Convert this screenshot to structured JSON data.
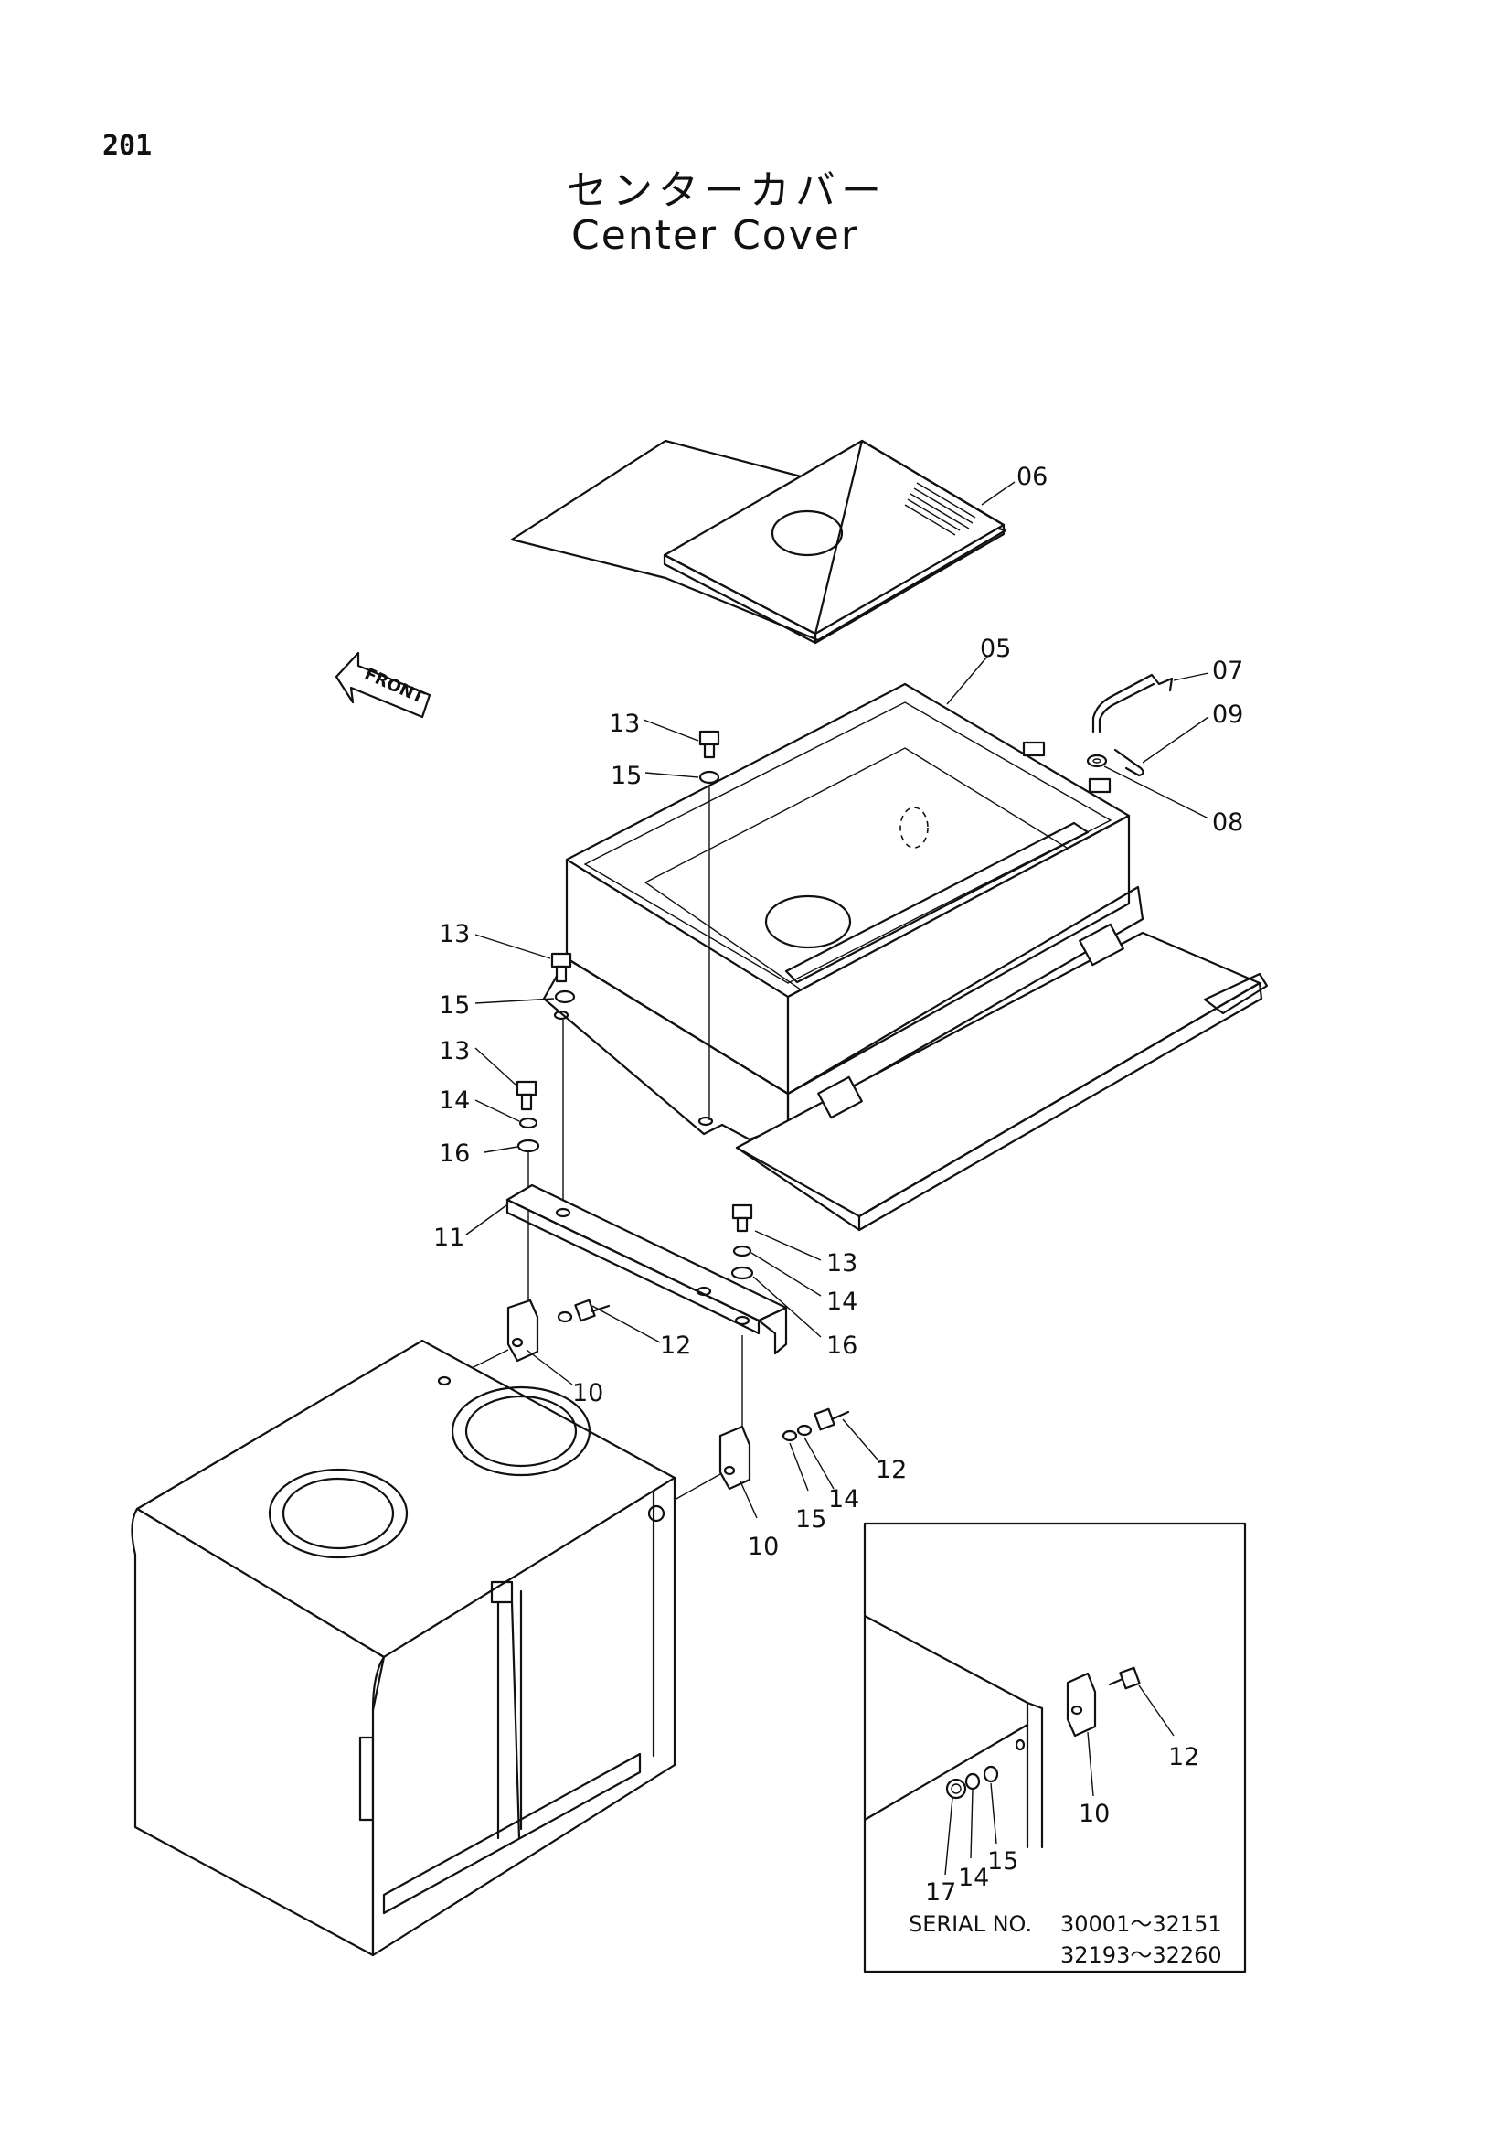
{
  "page_number": "201",
  "title": {
    "japanese": "センターカバー",
    "english": "Center Cover"
  },
  "direction_marker": "FRONT",
  "callouts": {
    "c06": "06",
    "c05": "05",
    "c07": "07",
    "c09": "09",
    "c08": "08",
    "c13a": "13",
    "c15a": "15",
    "c13b": "13",
    "c15b": "15",
    "c13c": "13",
    "c14a": "14",
    "c16a": "16",
    "c11": "11",
    "c13d": "13",
    "c14b": "14",
    "c16b": "16",
    "c12a": "12",
    "c10a": "10",
    "c12b": "12",
    "c14c": "14",
    "c15c": "15",
    "c10b": "10",
    "c12c": "12",
    "c10c": "10",
    "c17": "17",
    "c14d": "14",
    "c15d": "15"
  },
  "inset": {
    "serial_label": "SERIAL  NO.",
    "serial_range_1": "30001～32151",
    "serial_range_2": "32193～32260"
  }
}
